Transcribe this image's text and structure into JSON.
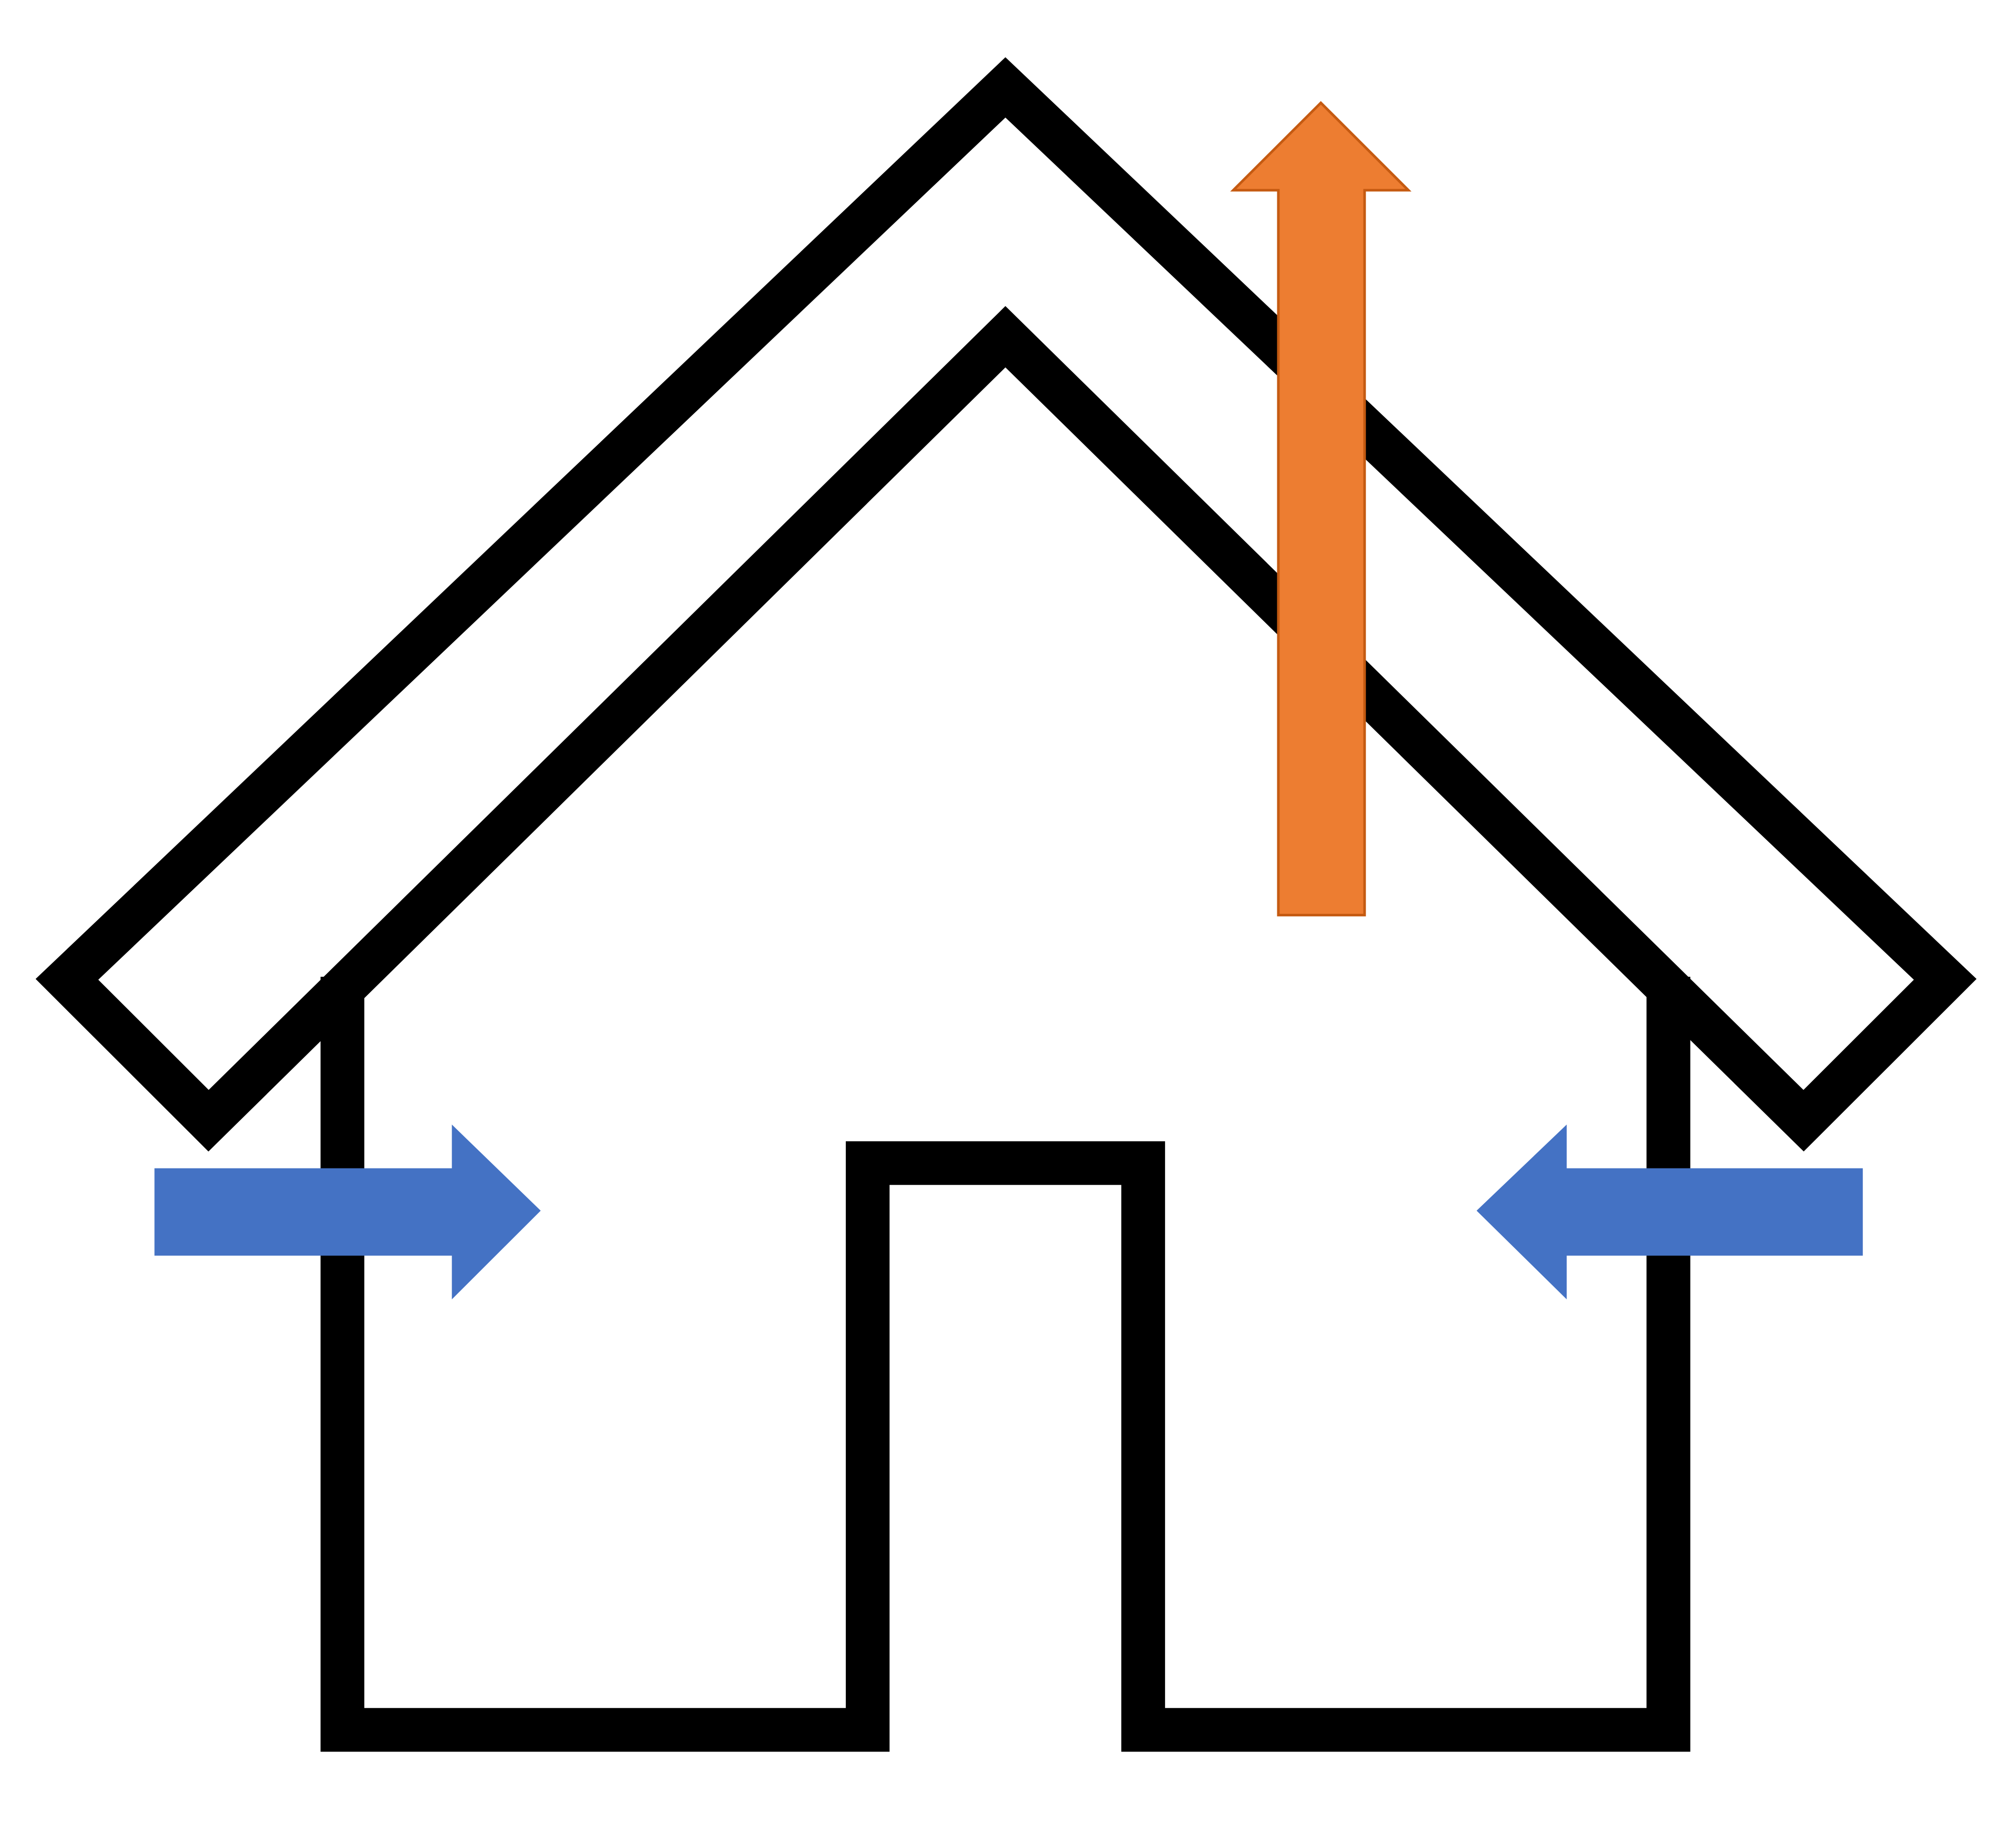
{
  "diagram": {
    "subject": "house",
    "colors": {
      "background": "#ffffff",
      "outline": "#000000",
      "outflow_arrow": "#ED7D31",
      "outflow_arrow_edge": "#C55A11",
      "inflow_arrow": "#4472C4"
    },
    "elements": {
      "roof": "roof-outline",
      "walls": "house-outline",
      "door": "door-opening",
      "up_arrow": "arrow-up-icon",
      "left_arrow": "arrow-right-icon",
      "right_arrow": "arrow-left-icon"
    }
  }
}
